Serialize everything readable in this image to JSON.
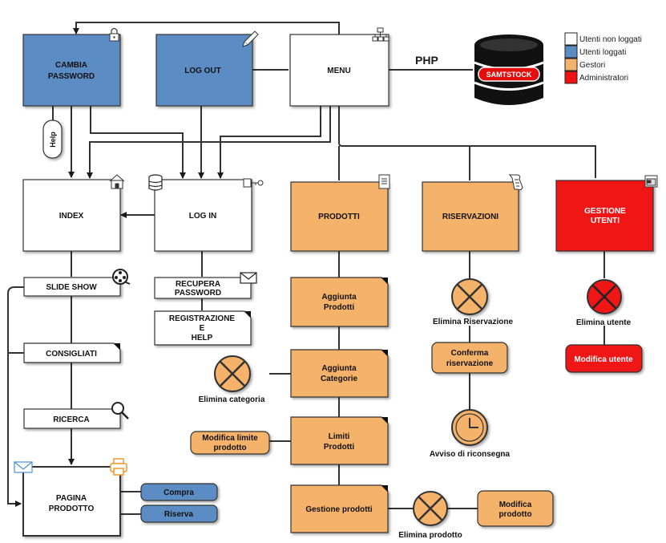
{
  "colors": {
    "white": "#ffffff",
    "blue": "#5b8cc4",
    "orange": "#f4b26b",
    "red": "#f01212",
    "line": "#333333"
  },
  "legend": [
    {
      "label": "Utenti non loggati",
      "color": "#ffffff"
    },
    {
      "label": "Utenti loggati",
      "color": "#5b8cc4"
    },
    {
      "label": "Gestori",
      "color": "#f4b26b"
    },
    {
      "label": "Administratori",
      "color": "#f01212"
    }
  ],
  "nodes": {
    "cambia_password": [
      "CAMBIA",
      "PASSWORD"
    ],
    "log_out": "LOG OUT",
    "menu": "MENU",
    "php": "PHP",
    "database": "SAMTSTOCK",
    "index": "INDEX",
    "log_in": "LOG IN",
    "prodotti": "PRODOTTI",
    "riservazioni": "RISERVAZIONI",
    "gestione_utenti": [
      "GESTIONE",
      "UTENTI"
    ],
    "help": "Help",
    "slide_show": "SLIDE SHOW",
    "consigliati": "CONSIGLIATI",
    "ricerca": "RICERCA",
    "pagina_prodotto": [
      "PAGINA",
      "PRODOTTO"
    ],
    "compra": "Compra",
    "riserva": "Riserva",
    "recupera_password": [
      "RECUPERA",
      "PASSWORD"
    ],
    "registrazione_help": [
      "REGISTRAZIONE",
      "E",
      "HELP"
    ],
    "aggiunta_prodotti": [
      "Aggiunta",
      "Prodotti"
    ],
    "aggiunta_categorie": [
      "Aggiunta",
      "Categorie"
    ],
    "limiti_prodotti": [
      "Limiti",
      "Prodotti"
    ],
    "gestione_prodotti": "Gestione prodotti",
    "elimina_categoria": "Elimina  categoria",
    "modifica_limite": [
      "Modifica limite",
      "prodotto"
    ],
    "elimina_prodotto": "Elimina prodotto",
    "modifica_prodotto": [
      "Modifica",
      "prodotto"
    ],
    "elimina_riservazione": "Elimina  Riservazione",
    "conferma_riservazione": [
      "Conferma",
      "riservazione"
    ],
    "avviso_riconsegna": "Avviso di riconsegna",
    "elimina_utente": "Elimina  utente",
    "modifica_utente": "Modifica utente"
  }
}
